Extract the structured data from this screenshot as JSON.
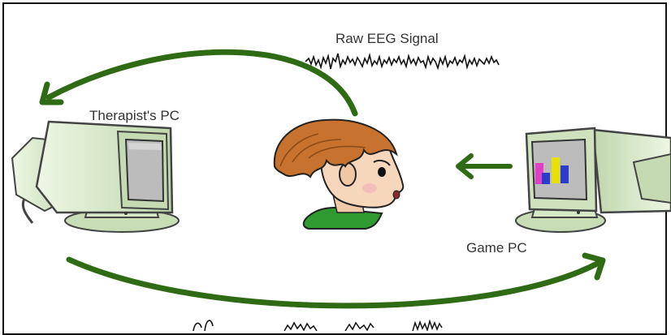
{
  "labels": {
    "eeg_signal": "Raw EEG Signal",
    "therapist_pc": "Therapist's PC",
    "game_pc": "Game PC"
  },
  "colors": {
    "arrow": "#2e6b14",
    "monitor_body": "#dceccc",
    "monitor_shade": "#b9d2a6",
    "screen": "#bcbcbc",
    "hair": "#c8722f",
    "skin": "#f6d7bc",
    "shirt": "#2f9a2f",
    "bar_magenta": "#e040c8",
    "bar_blue": "#2b3ccc",
    "bar_yellow": "#e8e000"
  },
  "icons": [
    "therapist-monitor-icon",
    "game-monitor-icon",
    "child-head-icon",
    "eeg-waveform-icon"
  ]
}
